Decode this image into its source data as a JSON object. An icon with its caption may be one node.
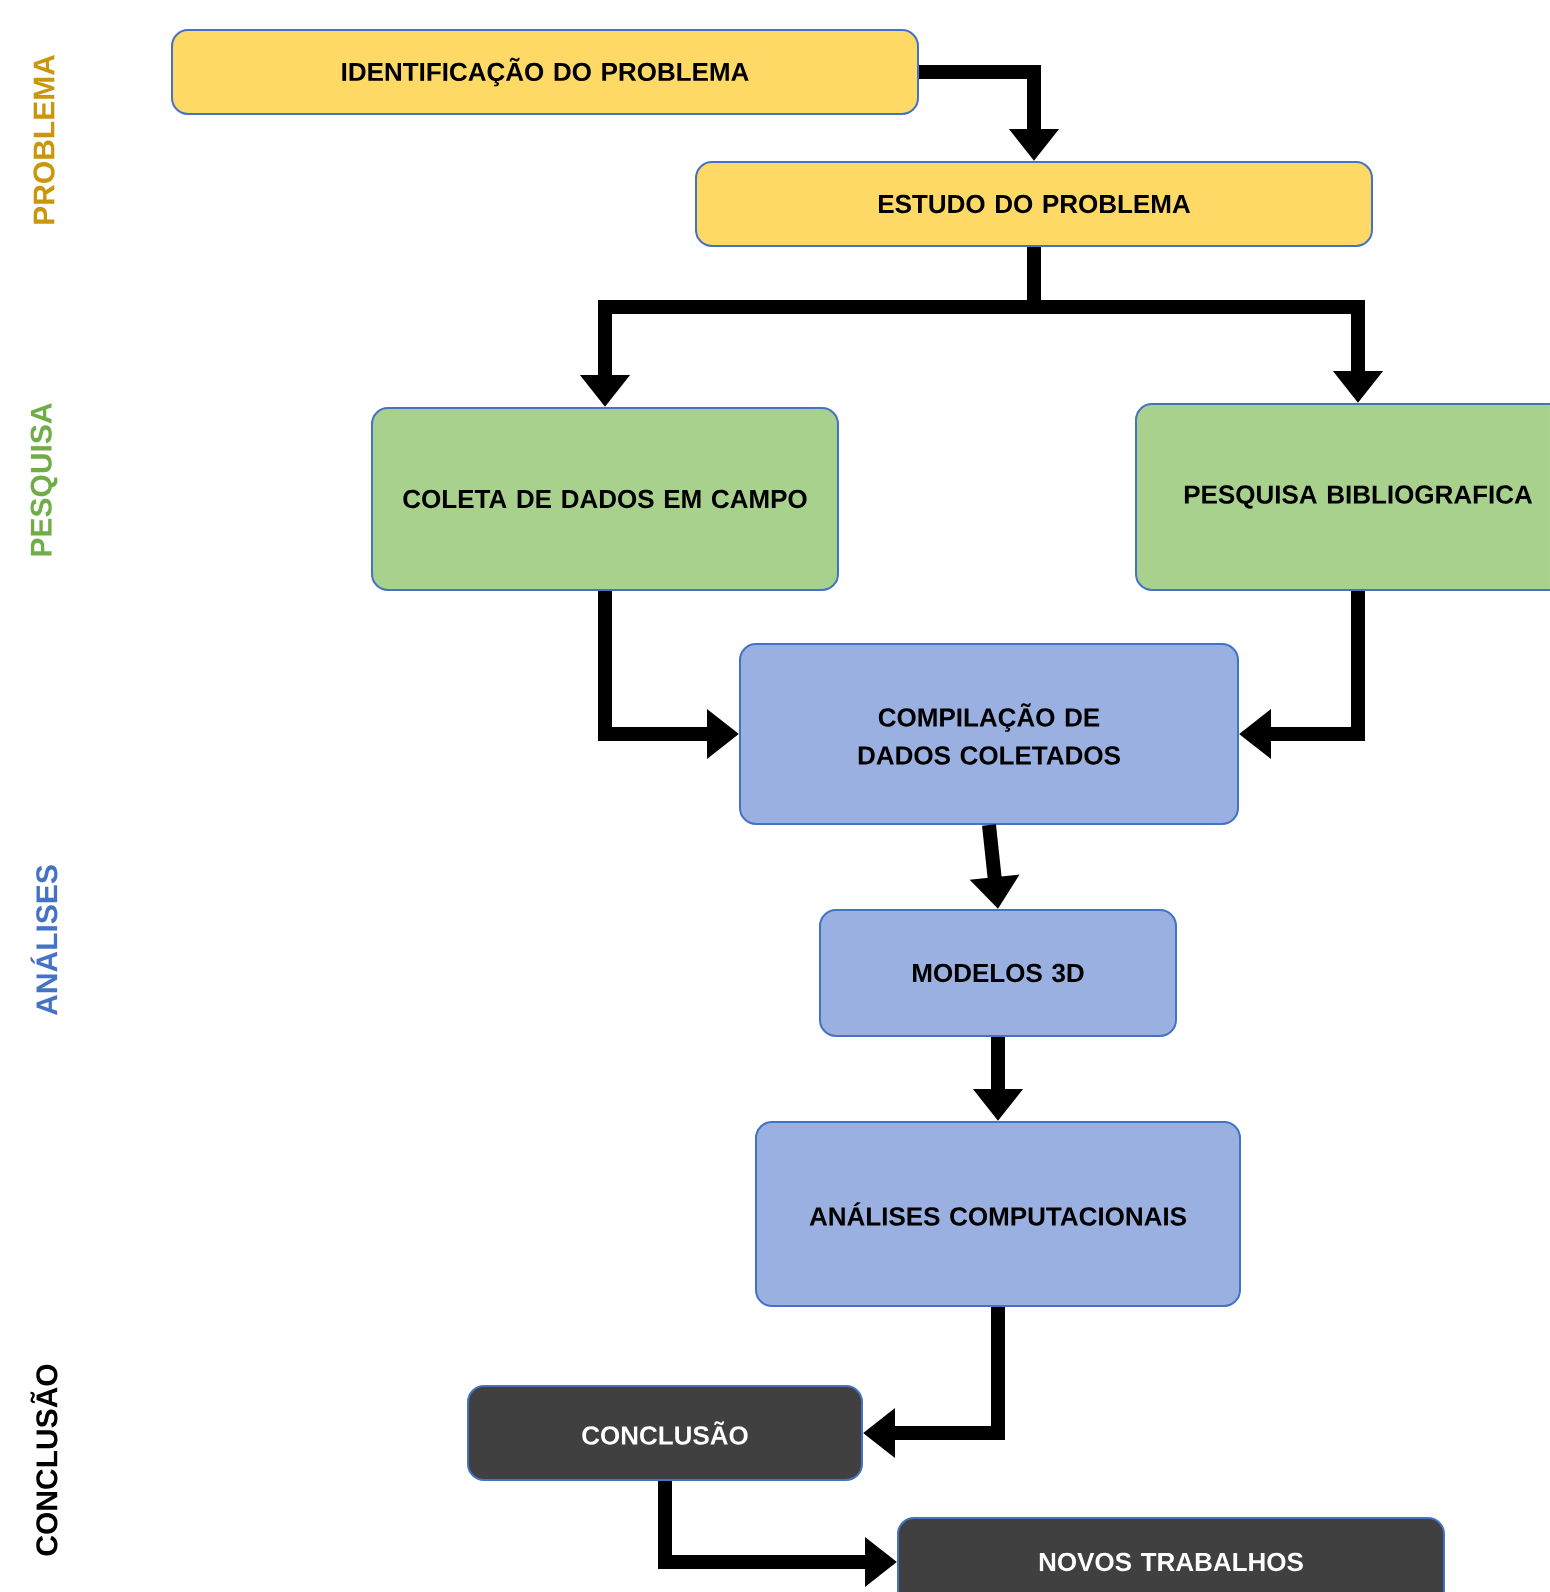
{
  "diagram": {
    "nodes": [
      {
        "text": [
          "IDENTIFICAÇÃO DO PROBLEMA"
        ]
      },
      {
        "text": [
          "ESTUDO DO PROBLEMA"
        ]
      },
      {
        "text": [
          "COLETA DE DADOS EM CAMPO"
        ]
      },
      {
        "text": [
          "PESQUISA BIBLIOGRAFICA"
        ]
      },
      {
        "text": [
          "COMPILAÇÃO DE DADOS COLETADOS"
        ]
      },
      {
        "text": [
          "MODELOS 3D"
        ]
      },
      {
        "text": [
          "ANÁLISES COMPUTACIONAIS"
        ]
      },
      {
        "text": [
          "CONCLUSÃO"
        ]
      },
      {
        "text": [
          "NOVOS TRABALHOS"
        ]
      }
    ],
    "edges": [
      {
        "from": 0,
        "to": 1,
        "arrow": "to"
      },
      {
        "from": 1,
        "to": 2,
        "arrow": "to"
      },
      {
        "from": 1,
        "to": 3,
        "arrow": "to"
      },
      {
        "from": 2,
        "to": 4,
        "arrow": "to"
      },
      {
        "from": 3,
        "to": 4,
        "arrow": "to"
      },
      {
        "from": 4,
        "to": 5,
        "arrow": "to"
      },
      {
        "from": 5,
        "to": 6,
        "arrow": "to"
      },
      {
        "from": 6,
        "to": 7,
        "arrow": "to"
      },
      {
        "from": 7,
        "to": 8,
        "arrow": "to"
      }
    ],
    "labels": [
      "PROBLEMA",
      "PESQUISA",
      "ANÁLISES",
      "CONCLUSÃO"
    ]
  }
}
